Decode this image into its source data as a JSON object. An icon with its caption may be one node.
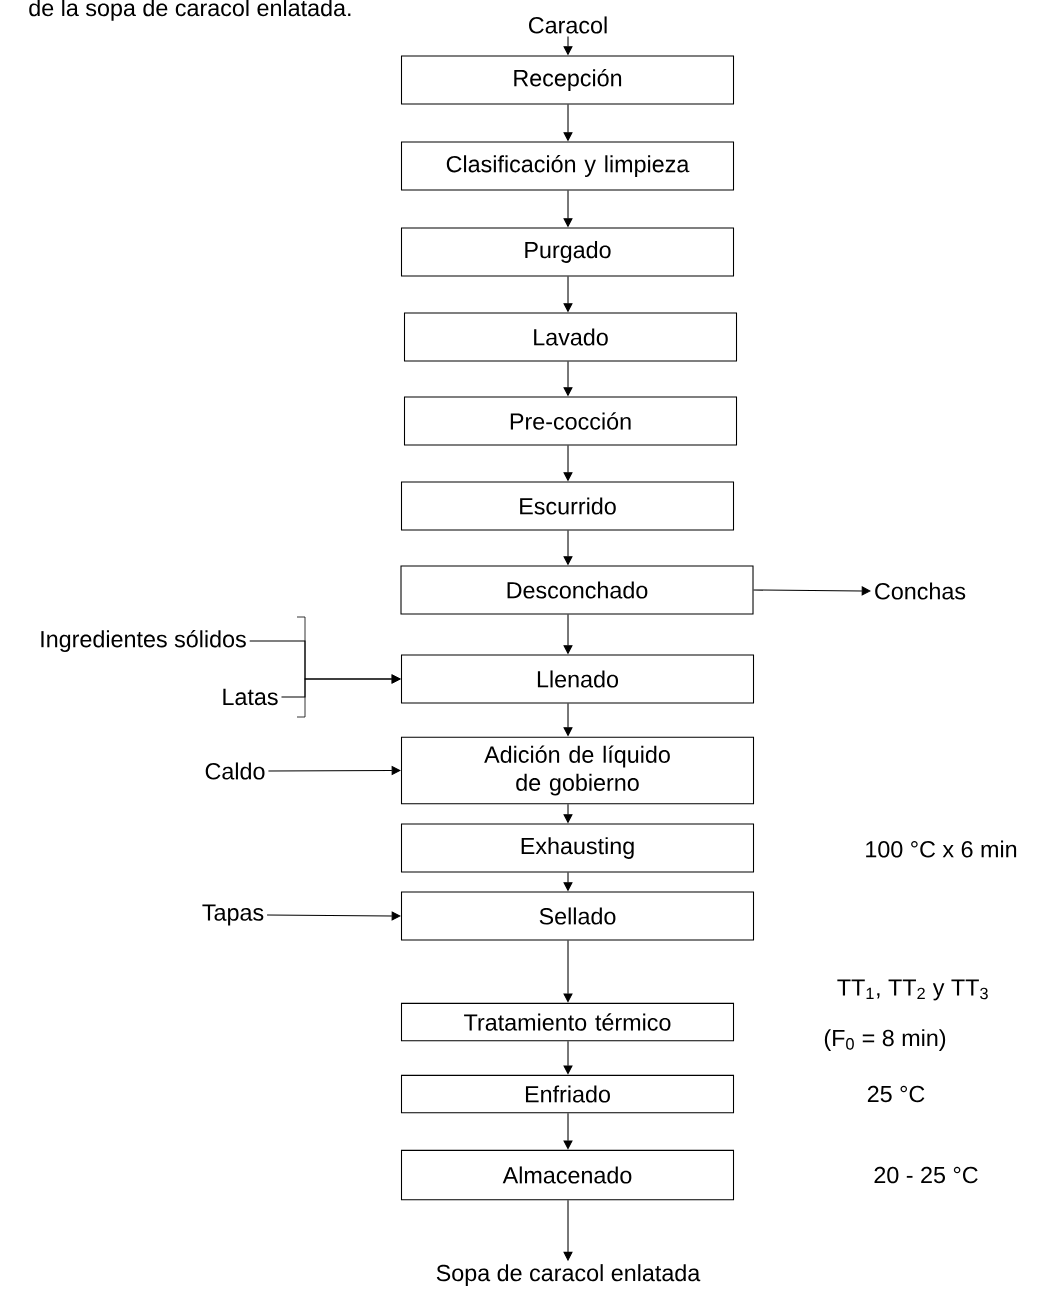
{
  "diagram": {
    "title": "de la sopa de caracol enlatada.",
    "nodes": [
      {
        "text": [
          "Caracol"
        ]
      },
      {
        "text": [
          "Recepción"
        ]
      },
      {
        "text": [
          "Clasificación y limpieza"
        ]
      },
      {
        "text": [
          "Purgado"
        ]
      },
      {
        "text": [
          "Lavado"
        ]
      },
      {
        "text": [
          "Pre-cocción"
        ]
      },
      {
        "text": [
          "Escurrido"
        ]
      },
      {
        "text": [
          "Desconchado"
        ]
      },
      {
        "text": [
          "Conchas"
        ]
      },
      {
        "text": [
          "Llenado"
        ]
      },
      {
        "text": [
          "Ingredientes sólidos"
        ]
      },
      {
        "text": [
          "Latas"
        ]
      },
      {
        "text": [
          "Adición de líquido de gobierno"
        ]
      },
      {
        "text": [
          "Caldo"
        ]
      },
      {
        "text": [
          "Exhausting"
        ]
      },
      {
        "text": [
          "Tapas"
        ]
      },
      {
        "text": [
          "Sellado"
        ]
      },
      {
        "text": [
          "Tratamiento térmico"
        ],
        "beside": [
          "TT$_{1}$, TT$_{2}$ y TT$_{3}$",
          "(F$_{0}$ = 8 min)"
        ]
      },
      {
        "text": [
          "Enfriado"
        ]
      },
      {
        "text": [
          "Almacenado"
        ]
      },
      {
        "text": [
          "Sopa de caracol enlatada"
        ]
      }
    ],
    "edges": [
      {
        "from": 0,
        "to": 1,
        "arrow": "to"
      },
      {
        "from": 1,
        "to": 2,
        "arrow": "to"
      },
      {
        "from": 2,
        "to": 3,
        "arrow": "to"
      },
      {
        "from": 3,
        "to": 4,
        "arrow": "to"
      },
      {
        "from": 4,
        "to": 5,
        "arrow": "to"
      },
      {
        "from": 5,
        "to": 6,
        "arrow": "to"
      },
      {
        "from": 6,
        "to": 7,
        "arrow": "to"
      },
      {
        "from": 7,
        "to": 8,
        "arrow": "to"
      },
      {
        "from": 7,
        "to": 9,
        "arrow": "to"
      },
      {
        "from": 10,
        "to": 9,
        "arrow": "to"
      },
      {
        "from": 11,
        "to": 9,
        "arrow": "to"
      },
      {
        "from": 9,
        "to": 12,
        "arrow": "to"
      },
      {
        "from": 13,
        "to": 12,
        "arrow": "to"
      },
      {
        "from": 12,
        "to": 14,
        "arrow": "to"
      },
      {
        "from": 14,
        "to": 16,
        "arrow": "to"
      },
      {
        "from": 15,
        "to": 16,
        "arrow": "to"
      },
      {
        "from": 16,
        "to": 17,
        "arrow": "to"
      },
      {
        "from": 17,
        "to": 18,
        "arrow": "to"
      },
      {
        "from": 18,
        "to": 19,
        "arrow": "to"
      },
      {
        "from": 19,
        "to": 20,
        "arrow": "to"
      }
    ],
    "labels": [
      "100 °C x 6 min",
      "25 °C",
      "20 - 25 °C"
    ]
  }
}
